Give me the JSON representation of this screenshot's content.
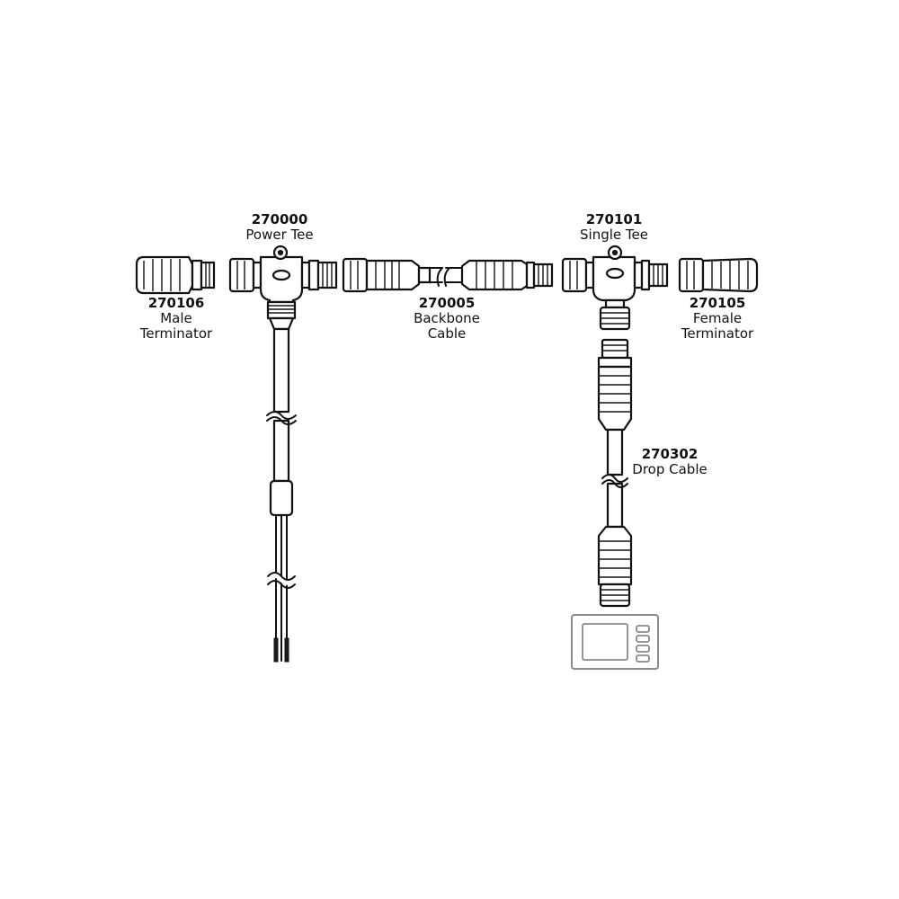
{
  "components": {
    "power_tee": {
      "part": "270000",
      "name": "Power Tee"
    },
    "single_tee": {
      "part": "270101",
      "name": "Single Tee"
    },
    "male_terminator": {
      "part": "270106",
      "name_line1": "Male",
      "name_line2": "Terminator"
    },
    "backbone_cable": {
      "part": "270005",
      "name_line1": "Backbone",
      "name_line2": "Cable"
    },
    "female_terminator": {
      "part": "270105",
      "name_line1": "Female",
      "name_line2": "Terminator"
    },
    "drop_cable": {
      "part": "270302",
      "name": "Drop Cable"
    }
  },
  "icons": [
    "male-terminator-icon",
    "power-tee-icon",
    "power-lead-icon",
    "backbone-cable-icon",
    "single-tee-icon",
    "female-terminator-icon",
    "drop-cable-icon",
    "display-unit-icon"
  ]
}
